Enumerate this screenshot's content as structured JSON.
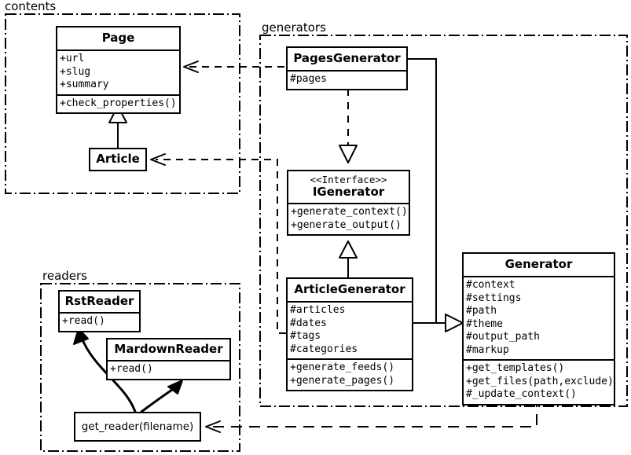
{
  "diagram": {
    "title": "Pelican architecture class diagram",
    "type": "uml-class-diagram",
    "background": "#ffffff",
    "stroke": "#000000"
  },
  "packages": [
    {
      "id": "contents",
      "label": "contents"
    },
    {
      "id": "generators",
      "label": "generators"
    },
    {
      "id": "readers",
      "label": "readers"
    }
  ],
  "classes": {
    "page": {
      "name": "Page",
      "attributes": [
        "+url",
        "+slug",
        "+summary"
      ],
      "methods": [
        "+check_properties()"
      ]
    },
    "article": {
      "name": "Article",
      "attributes": [],
      "methods": []
    },
    "pages_generator": {
      "name": "PagesGenerator",
      "attributes": [
        "#pages"
      ],
      "methods": []
    },
    "igenerator": {
      "stereotype": "<<Interface>>",
      "name": "IGenerator",
      "attributes": [],
      "methods": [
        "+generate_context()",
        "+generate_output()"
      ]
    },
    "article_generator": {
      "name": "ArticleGenerator",
      "attributes": [
        "#articles",
        "#dates",
        "#tags",
        "#categories"
      ],
      "methods": [
        "+generate_feeds()",
        "+generate_pages()"
      ]
    },
    "generator": {
      "name": "Generator",
      "attributes": [
        "#context",
        "#settings",
        "#path",
        "#theme",
        "#output_path",
        "#markup"
      ],
      "methods": [
        "+get_templates()",
        "+get_files(path,exclude)",
        "#_update_context()"
      ]
    },
    "rst_reader": {
      "name": "RstReader",
      "attributes": [],
      "methods": [
        "+read()"
      ]
    },
    "mardown_reader": {
      "name": "MardownReader",
      "attributes": [],
      "methods": [
        "+read()"
      ]
    },
    "get_reader": {
      "name": "get_reader(filename)"
    }
  },
  "relationships": [
    {
      "id": "pagesgenerator-uses-page",
      "from": "PagesGenerator",
      "to": "Page",
      "kind": "dependency",
      "style": "dashed-open-arrow"
    },
    {
      "id": "articlegenerator-uses-article",
      "from": "ArticleGenerator",
      "to": "Article",
      "kind": "dependency",
      "style": "dashed-open-arrow"
    },
    {
      "id": "article-extends-page",
      "from": "Article",
      "to": "Page",
      "kind": "generalization",
      "style": "solid-hollow-triangle"
    },
    {
      "id": "pagesgenerator-realizes-igenerator",
      "from": "PagesGenerator",
      "to": "IGenerator",
      "kind": "realization",
      "style": "dashed-hollow-triangle"
    },
    {
      "id": "articlegenerator-realizes-igenerator",
      "from": "ArticleGenerator",
      "to": "IGenerator",
      "kind": "generalization",
      "style": "solid-hollow-triangle"
    },
    {
      "id": "generators-extend-generator",
      "from": "PagesGenerator, ArticleGenerator",
      "to": "Generator",
      "kind": "generalization",
      "style": "solid-hollow-triangle"
    },
    {
      "id": "generator-uses-get-reader",
      "from": "Generator",
      "to": "get_reader(filename)",
      "kind": "dependency",
      "style": "dashed-open-arrow"
    },
    {
      "id": "get-reader-creates-rstreader",
      "from": "get_reader(filename)",
      "to": "RstReader",
      "kind": "creates",
      "style": "curved-solid-arrow"
    },
    {
      "id": "get-reader-creates-mardownreader",
      "from": "get_reader(filename)",
      "to": "MardownReader",
      "kind": "creates",
      "style": "curved-solid-arrow"
    }
  ]
}
